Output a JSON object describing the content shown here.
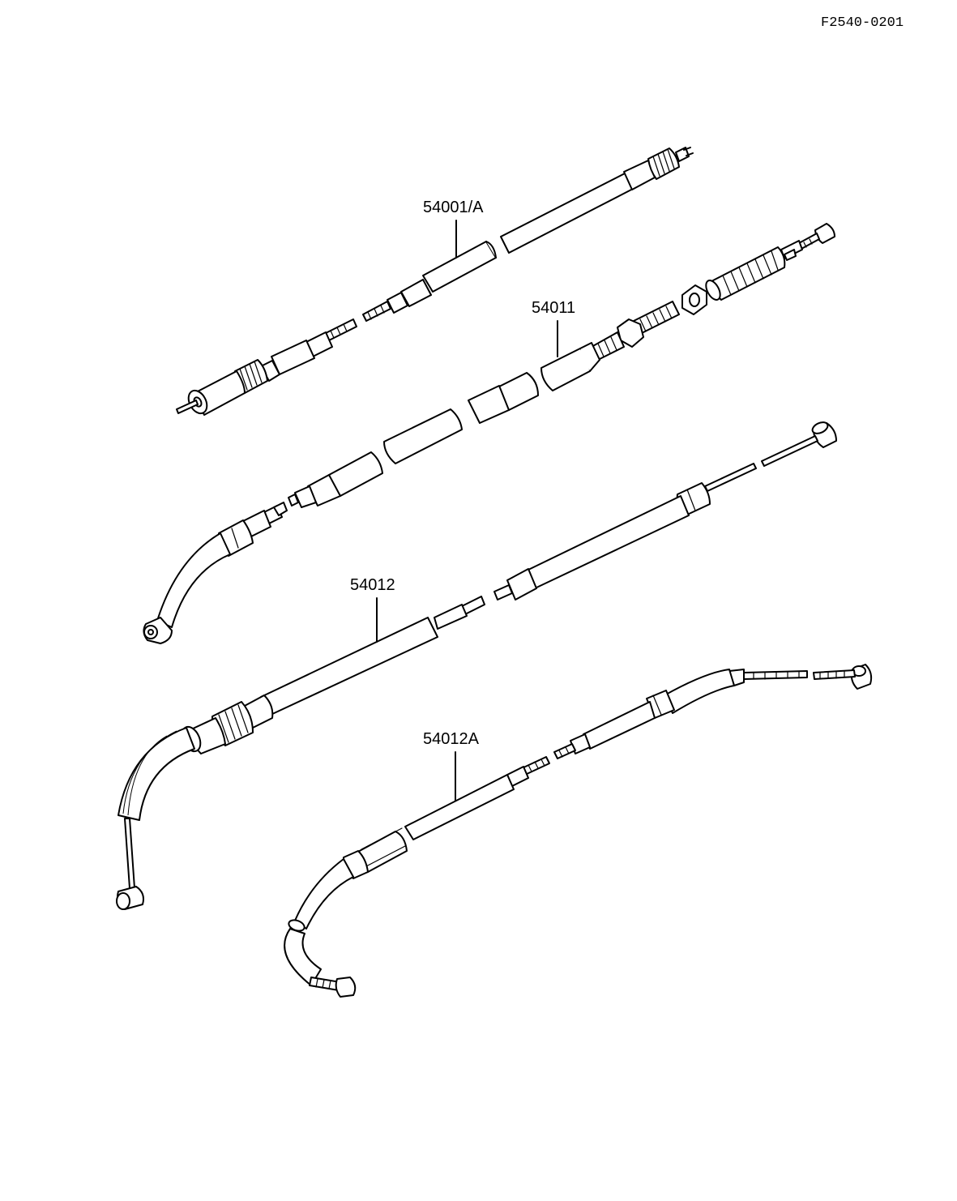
{
  "diagram": {
    "reference_code": "F2540-0201",
    "callouts": [
      {
        "id": "speedometer-cable",
        "label": "54001/A"
      },
      {
        "id": "clutch-cable",
        "label": "54011"
      },
      {
        "id": "throttle-cable-upper",
        "label": "54012"
      },
      {
        "id": "throttle-cable-lower",
        "label": "54012A"
      }
    ]
  }
}
